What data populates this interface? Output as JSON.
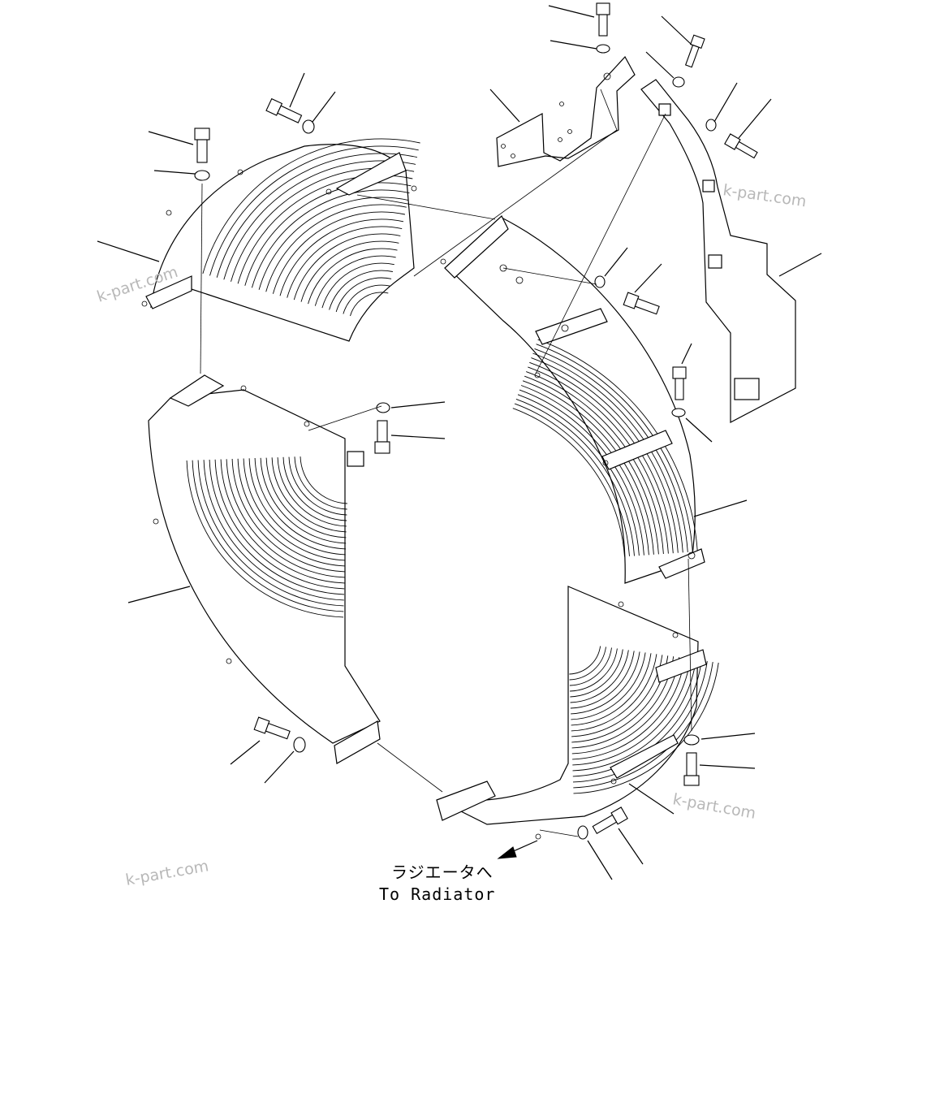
{
  "caption": {
    "jp": "ラジエータへ",
    "en": "To Radiator"
  },
  "watermarks": [
    "k-part.com",
    "k-part.com",
    "k-part.com",
    "k-part.com"
  ]
}
